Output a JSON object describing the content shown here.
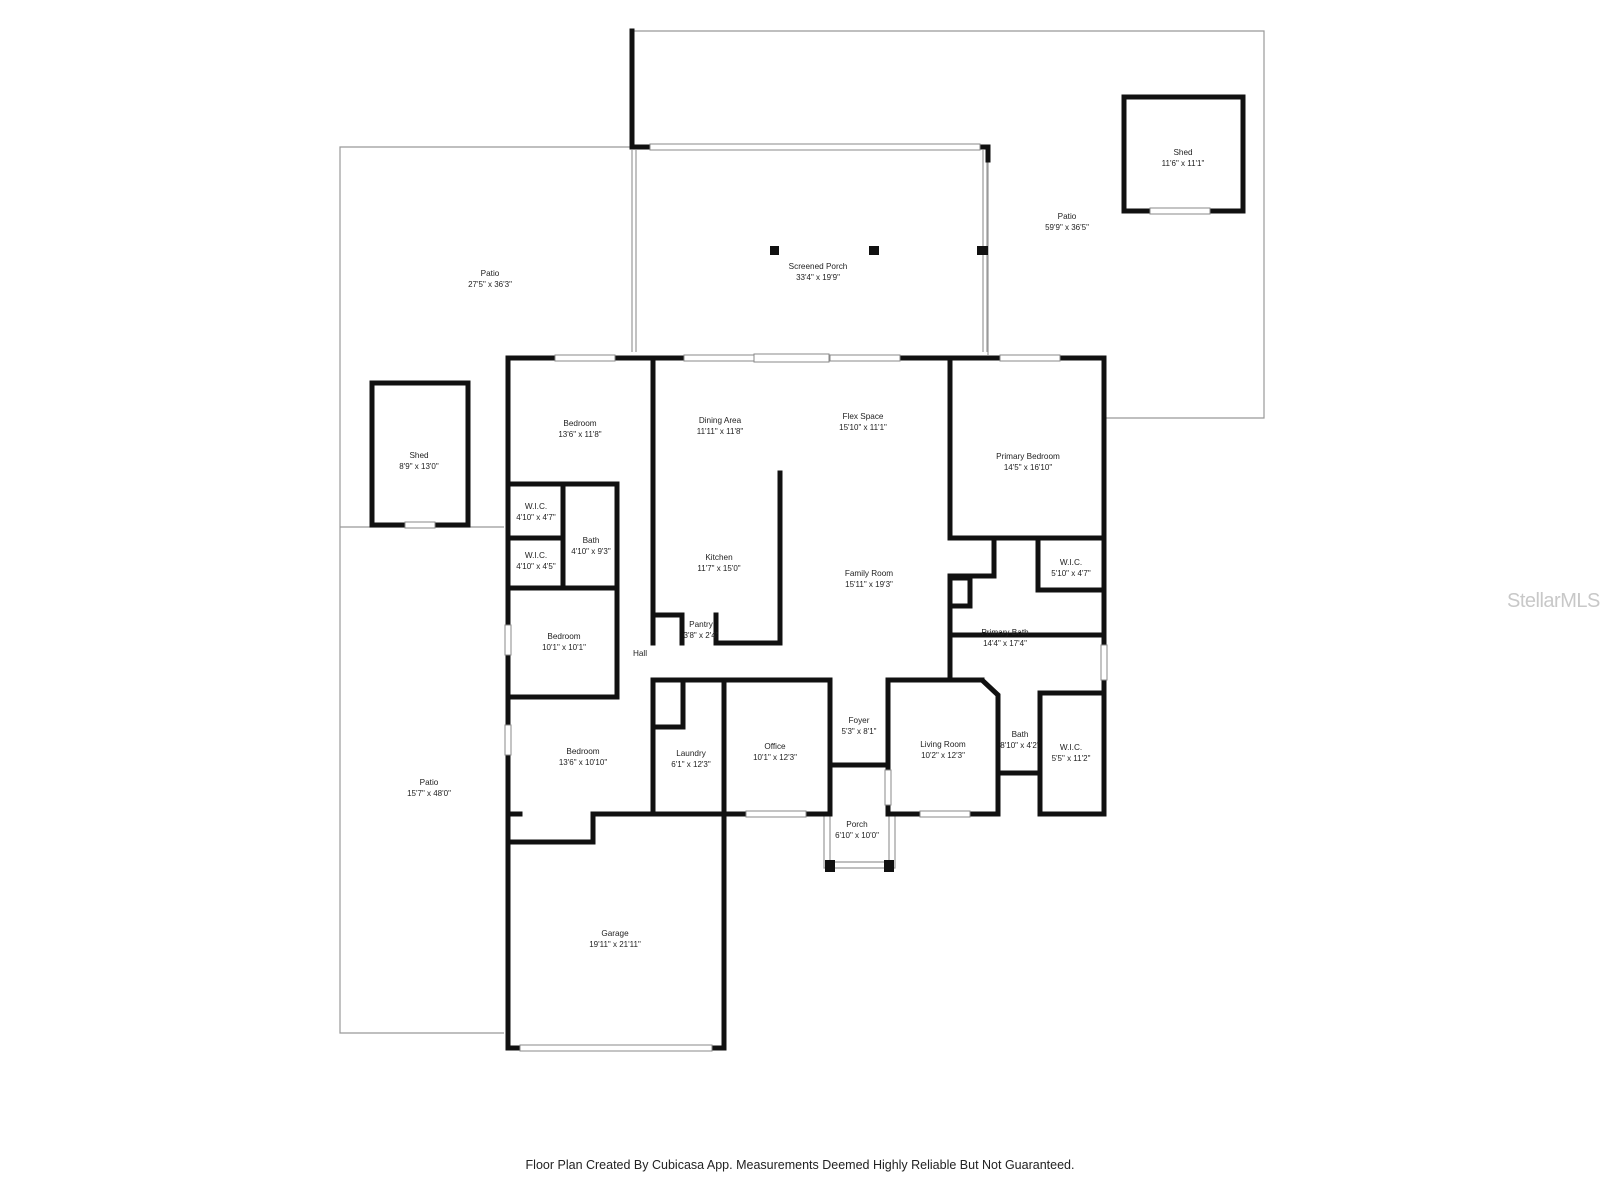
{
  "rooms": [
    {
      "id": "patio-left-top",
      "name": "Patio",
      "dims": "27'5\" x 36'3\""
    },
    {
      "id": "shed-left",
      "name": "Shed",
      "dims": "8'9\" x 13'0\""
    },
    {
      "id": "patio-left-bottom",
      "name": "Patio",
      "dims": "15'7\" x 48'0\""
    },
    {
      "id": "screened-porch",
      "name": "Screened Porch",
      "dims": "33'4\" x 19'9\""
    },
    {
      "id": "patio-right",
      "name": "Patio",
      "dims": "59'9\" x 36'5\""
    },
    {
      "id": "shed-right",
      "name": "Shed",
      "dims": "11'6\" x 11'1\""
    },
    {
      "id": "bedroom-1",
      "name": "Bedroom",
      "dims": "13'6\" x 11'8\""
    },
    {
      "id": "wic-1",
      "name": "W.I.C.",
      "dims": "4'10\" x 4'7\""
    },
    {
      "id": "wic-2",
      "name": "W.I.C.",
      "dims": "4'10\" x 4'5\""
    },
    {
      "id": "bath-1",
      "name": "Bath",
      "dims": "4'10\" x 9'3\""
    },
    {
      "id": "bedroom-2",
      "name": "Bedroom",
      "dims": "10'1\" x 10'1\""
    },
    {
      "id": "bedroom-3",
      "name": "Bedroom",
      "dims": "13'6\" x 10'10\""
    },
    {
      "id": "hall",
      "name": "Hall",
      "dims": ""
    },
    {
      "id": "dining-area",
      "name": "Dining Area",
      "dims": "11'11\" x 11'8\""
    },
    {
      "id": "kitchen",
      "name": "Kitchen",
      "dims": "11'7\" x 15'0\""
    },
    {
      "id": "pantry",
      "name": "Pantry",
      "dims": "3'8\" x 2'4\""
    },
    {
      "id": "flex-space",
      "name": "Flex Space",
      "dims": "15'10\" x 11'1\""
    },
    {
      "id": "family-room",
      "name": "Family Room",
      "dims": "15'11\" x 19'3\""
    },
    {
      "id": "primary-bedroom",
      "name": "Primary Bedroom",
      "dims": "14'5\" x 16'10\""
    },
    {
      "id": "wic-3",
      "name": "W.I.C.",
      "dims": "5'10\" x 4'7\""
    },
    {
      "id": "primary-bath",
      "name": "Primary Bath",
      "dims": "14'4\" x 17'4\""
    },
    {
      "id": "bath-2",
      "name": "Bath",
      "dims": "8'10\" x 4'2\""
    },
    {
      "id": "wic-4",
      "name": "W.I.C.",
      "dims": "5'5\" x 11'2\""
    },
    {
      "id": "laundry",
      "name": "Laundry",
      "dims": "6'1\" x 12'3\""
    },
    {
      "id": "office",
      "name": "Office",
      "dims": "10'1\" x 12'3\""
    },
    {
      "id": "foyer",
      "name": "Foyer",
      "dims": "5'3\" x 8'1\""
    },
    {
      "id": "living-room",
      "name": "Living Room",
      "dims": "10'2\" x 12'3\""
    },
    {
      "id": "porch",
      "name": "Porch",
      "dims": "6'10\" x 10'0\""
    },
    {
      "id": "garage",
      "name": "Garage",
      "dims": "19'11\" x 21'11\""
    }
  ],
  "watermark": "StellarMLS",
  "footer": "Floor Plan Created By Cubicasa App. Measurements Deemed Highly Reliable But Not Guaranteed."
}
